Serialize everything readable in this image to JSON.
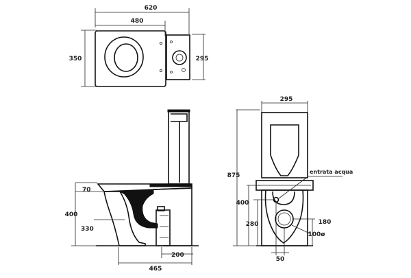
{
  "top_view": {
    "width_total": "620",
    "width_bowl": "480",
    "depth": "350",
    "cistern_depth": "295"
  },
  "side_view": {
    "seat_height": "70",
    "rim_height": "400",
    "outlet_height": "330",
    "outlet_offset": "200",
    "length": "465"
  },
  "front_view": {
    "cistern_width": "295",
    "total_height": "875",
    "rim_height": "400",
    "inlet_height": "280",
    "outlet_height": "180",
    "outlet_diameter": "100ø",
    "inlet_offset": "50",
    "water_inlet_label": "entrata acqua"
  },
  "colors": {
    "line": "#111111",
    "background": "#ffffff"
  }
}
